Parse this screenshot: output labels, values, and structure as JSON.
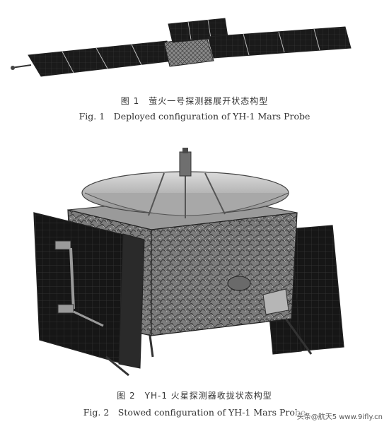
{
  "figure1": {
    "caption_cn": "图 1　萤火一号探测器展开状态构型",
    "caption_en": "Fig. 1　Deployed configuration of YH-1 Mars Probe"
  },
  "figure2": {
    "caption_cn": "图 2　YH-1 火星探测器收拢状态构型",
    "caption_en": "Fig. 2　Stowed configuration of YH-1 Mars Probe"
  },
  "watermark": "头条@航天5 www.9ifly.cn"
}
